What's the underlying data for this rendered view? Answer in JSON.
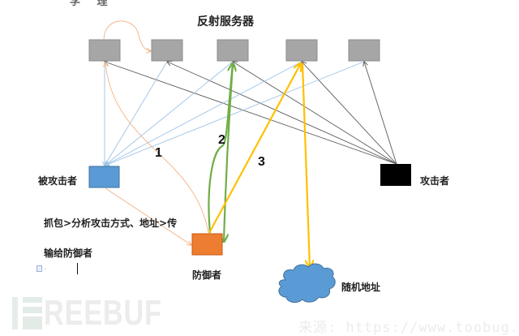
{
  "diagram": {
    "title": "反射服务器",
    "top_cut_text": "学 理",
    "nodes": {
      "servers": [
        {
          "id": "server-1",
          "label": ""
        },
        {
          "id": "server-2",
          "label": ""
        },
        {
          "id": "server-3",
          "label": ""
        },
        {
          "id": "server-4",
          "label": ""
        },
        {
          "id": "server-5",
          "label": ""
        }
      ],
      "victim": {
        "label": "被攻击者"
      },
      "attacker": {
        "label": "攻击者"
      },
      "defender": {
        "label": "防御者"
      },
      "random_address": {
        "label": "随机地址"
      }
    },
    "step_numbers": [
      "1",
      "2",
      "3"
    ],
    "note": {
      "line1": "抓包>分析攻击方式、地址>传",
      "line2": "输给防御者"
    },
    "edges": [
      {
        "from": "attacker",
        "to": "server-1",
        "color_role": "attack"
      },
      {
        "from": "attacker",
        "to": "server-2",
        "color_role": "attack"
      },
      {
        "from": "attacker",
        "to": "server-3",
        "color_role": "attack"
      },
      {
        "from": "attacker",
        "to": "server-4",
        "color_role": "attack"
      },
      {
        "from": "attacker",
        "to": "server-5",
        "color_role": "attack"
      },
      {
        "from": "server-1",
        "to": "victim",
        "color_role": "reflect"
      },
      {
        "from": "server-2",
        "to": "victim",
        "color_role": "reflect"
      },
      {
        "from": "server-3",
        "to": "victim",
        "color_role": "reflect"
      },
      {
        "from": "server-4",
        "to": "victim",
        "color_role": "reflect"
      },
      {
        "from": "server-5",
        "to": "victim",
        "color_role": "reflect"
      },
      {
        "from": "victim",
        "to": "defender",
        "color_role": "report"
      },
      {
        "from": "defender",
        "to": "server-1",
        "color_role": "report",
        "step": "1"
      },
      {
        "from": "server-1",
        "to": "server-2",
        "color_role": "report"
      },
      {
        "from": "defender",
        "to": "server-3",
        "color_role": "step2",
        "step": "2"
      },
      {
        "from": "server-3",
        "to": "defender",
        "color_role": "step2"
      },
      {
        "from": "defender",
        "to": "server-4",
        "color_role": "step3",
        "step": "3"
      },
      {
        "from": "server-4",
        "to": "random_address",
        "color_role": "step3"
      }
    ],
    "colors": {
      "server_fill": "#a6a6a6",
      "server_stroke": "#8c8c8c",
      "victim_fill": "#5b9bd5",
      "victim_stroke": "#41719c",
      "attacker_fill": "#000000",
      "defender_fill": "#ed7d31",
      "defender_stroke": "#c55a11",
      "cloud_fill": "#5b9bd5",
      "cloud_stroke": "#41719c",
      "attack": "#595959",
      "reflect": "#9dc3e6",
      "report": "#f4b183",
      "step2": "#70ad47",
      "step3": "#ffc000"
    }
  },
  "editor": {
    "paste_options_icon": "paste-options-icon",
    "cursor": "text-cursor"
  },
  "watermark": {
    "logo_text": "REEBUF",
    "source": "来源: https://www.toobug.cn"
  }
}
